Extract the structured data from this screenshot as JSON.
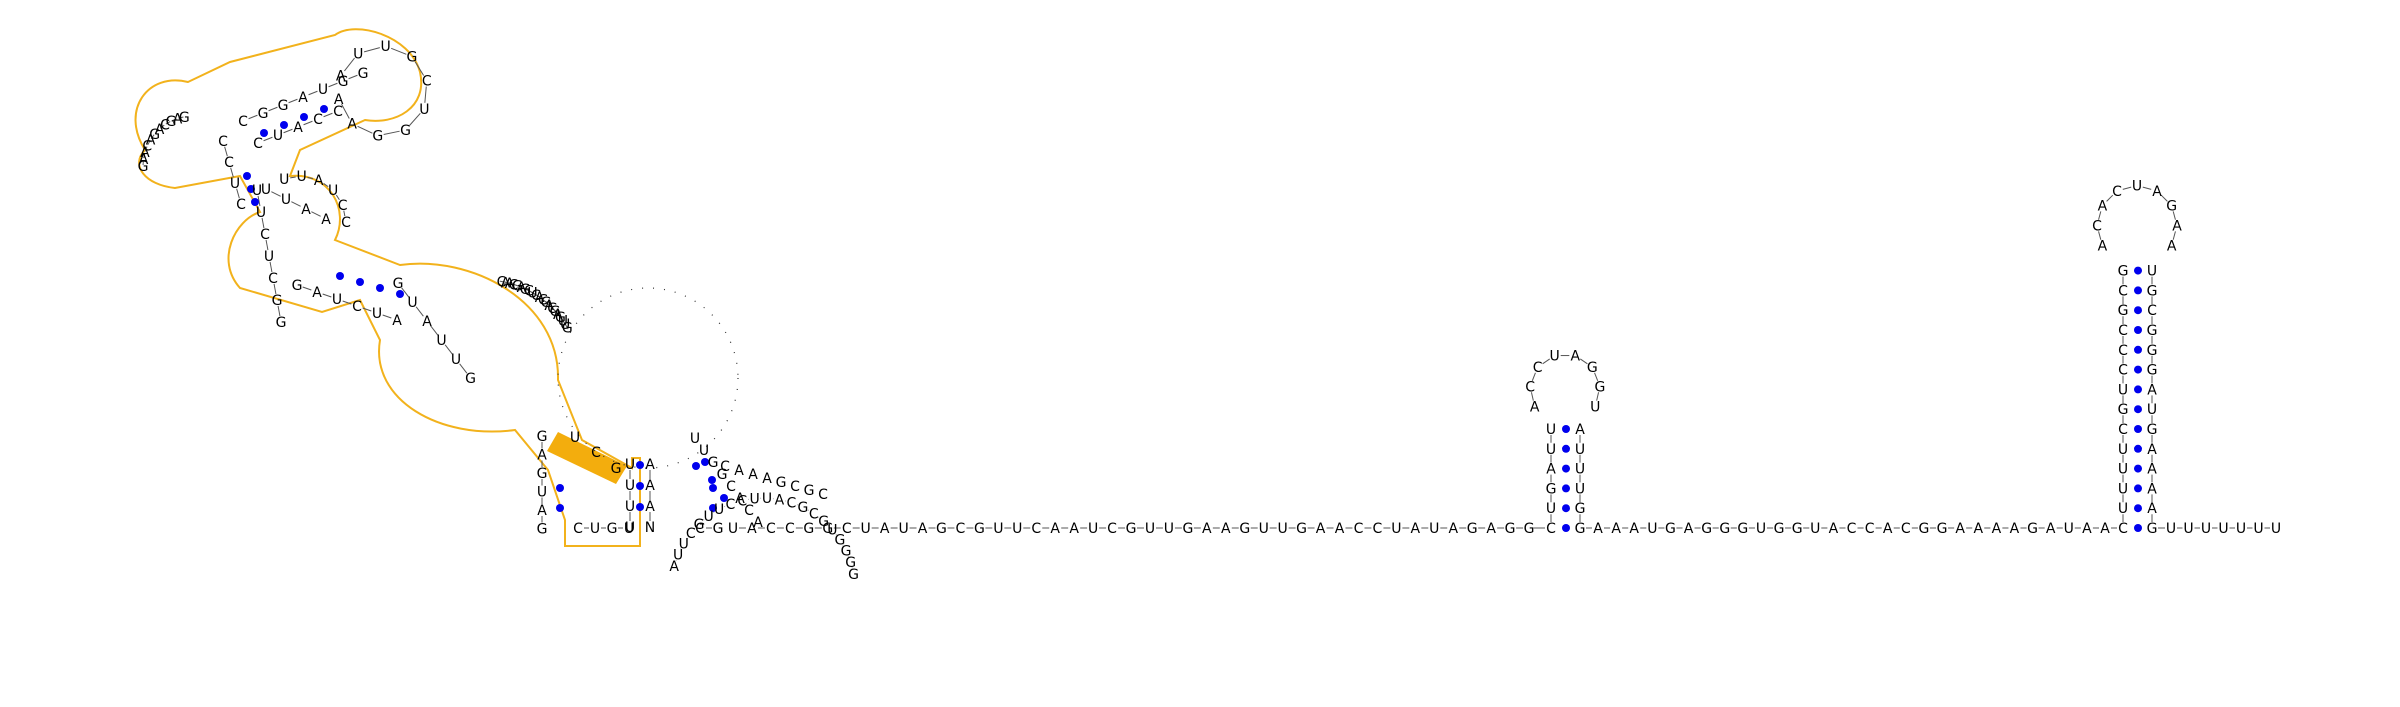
{
  "diagram": {
    "type": "rna-secondary-structure",
    "colors": {
      "background": "#ffffff",
      "nucleotide_text": "#000000",
      "backbone": "#555555",
      "base_pair_dot": "#0000ee",
      "highlight_outline": "#f2b21c",
      "highlight_fill": "#f2a900"
    },
    "highlighted_bases": [
      "U",
      "C",
      "G"
    ],
    "stem_loop_middle": {
      "left_strand": [
        "C",
        "U",
        "G",
        "A",
        "U",
        "U"
      ],
      "loop": [
        "A",
        "C",
        "C",
        "U",
        "A",
        "G",
        "G",
        "U"
      ],
      "right_strand": [
        "A",
        "U",
        "U",
        "U",
        "G",
        "G"
      ]
    },
    "stem_loop_right": {
      "left_strand": [
        "C",
        "U",
        "U",
        "U",
        "U",
        "C",
        "G",
        "U",
        "C",
        "C",
        "C",
        "G",
        "C",
        "G"
      ],
      "loop": [
        "A",
        "C",
        "A",
        "C",
        "U",
        "A",
        "G",
        "A",
        "A"
      ],
      "right_strand": [
        "U",
        "G",
        "C",
        "G",
        "G",
        "G",
        "A",
        "U",
        "G",
        "A",
        "A",
        "A",
        "A",
        "G"
      ]
    },
    "linker_1": [
      "U",
      "A",
      "C",
      "C",
      "G",
      "G",
      "C",
      "U",
      "A",
      "U",
      "A",
      "G",
      "C",
      "G",
      "U",
      "U",
      "C",
      "A",
      "A",
      "U",
      "C",
      "G",
      "U",
      "U",
      "G",
      "A",
      "A",
      "G",
      "U",
      "U",
      "G",
      "A",
      "A",
      "C",
      "C",
      "U",
      "A",
      "U",
      "A",
      "G",
      "A",
      "G",
      "G"
    ],
    "linker_2": [
      "A",
      "A",
      "A",
      "U",
      "G",
      "A",
      "G",
      "G",
      "G",
      "U",
      "G",
      "G",
      "U",
      "A",
      "C",
      "C",
      "A",
      "C",
      "G",
      "G",
      "A",
      "A",
      "A",
      "A",
      "G",
      "A",
      "U",
      "A",
      "A"
    ],
    "tail_3prime": [
      "U",
      "U",
      "U",
      "U",
      "U",
      "U",
      "U"
    ],
    "left_domain": {
      "stem_a_left": [
        "G",
        "A",
        "U",
        "G",
        "C",
        "C"
      ],
      "stem_a_right": [
        "U",
        "A",
        "A",
        "U",
        "C"
      ],
      "stem_b": [
        "C",
        "U",
        "U",
        "A",
        "C"
      ],
      "hairpin_top_loop": [
        "A",
        "U",
        "U",
        "G",
        "C",
        "U",
        "G",
        "G",
        "A",
        "A",
        "C",
        "C",
        "A"
      ],
      "left_bulge": [
        "G",
        "A",
        "G",
        "C",
        "A",
        "G",
        "A",
        "C",
        "A",
        "A",
        "G"
      ],
      "interior_left": [
        "U",
        "U",
        "C",
        "U",
        "C",
        "G",
        "G"
      ],
      "stem_c": [
        "G",
        "U",
        "A",
        "U",
        "U",
        "G"
      ],
      "big_loop": [
        "C",
        "A",
        "A",
        "C",
        "G",
        "A",
        "G",
        "C",
        "U",
        "C",
        "A",
        "C",
        "G",
        "A",
        "C",
        "G",
        "A",
        "G",
        "U",
        "U",
        "G"
      ],
      "bottom_stem": [
        "G",
        "A",
        "G",
        "U",
        "A",
        "G",
        "C",
        "U",
        "G",
        "U"
      ],
      "pseudo_loop": [
        "U",
        "U",
        "G",
        "G",
        "C",
        "A",
        "C",
        "A",
        "C",
        "A",
        "A",
        "A",
        "G",
        "C",
        "G",
        "C"
      ],
      "large_lower_loop": [
        "A",
        "U",
        "U",
        "C",
        "G",
        "U",
        "U",
        "C",
        "C",
        "U",
        "U",
        "A",
        "C",
        "G",
        "C",
        "G",
        "U",
        "G",
        "G",
        "G",
        "G"
      ],
      "junction": [
        "U",
        "U",
        "U",
        "U",
        "A",
        "A",
        "A",
        "N",
        "C",
        "G"
      ]
    }
  }
}
